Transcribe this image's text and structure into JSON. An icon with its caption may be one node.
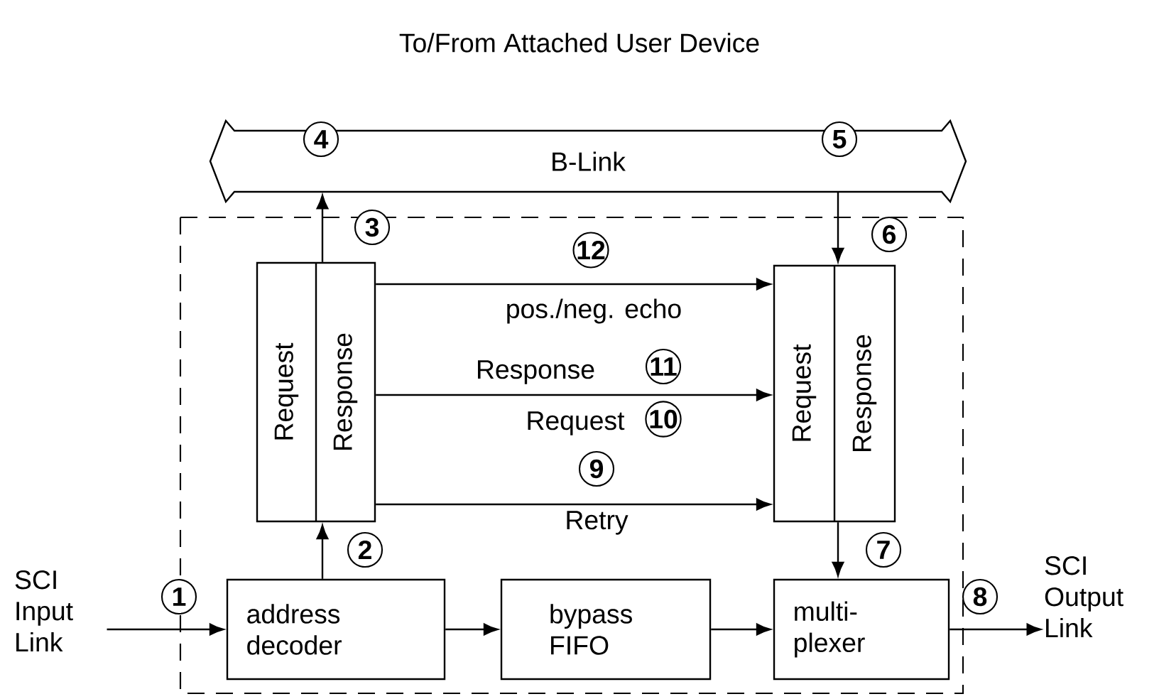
{
  "diagram": {
    "title": "To/From Attached User Device",
    "nodes": [
      {
        "text": [
          "B-Link"
        ]
      },
      {
        "text": [
          "Request",
          "Response"
        ]
      },
      {
        "text": [
          "Request",
          "Response"
        ]
      },
      {
        "text": [
          "address decoder"
        ]
      },
      {
        "text": [
          "bypass FIFO"
        ]
      },
      {
        "text": [
          "multi- plexer"
        ]
      },
      {
        "text": [
          "SCI Input Link"
        ]
      },
      {
        "text": [
          "SCI Output Link"
        ]
      }
    ],
    "edges": [
      {
        "from": 6,
        "to": 3,
        "arrow": "to"
      },
      {
        "from": 3,
        "to": 1,
        "arrow": "to"
      },
      {
        "from": 1,
        "to": 0,
        "arrow": "to"
      },
      {
        "from": 0,
        "to": 2,
        "arrow": "to"
      },
      {
        "from": 1,
        "to": 2,
        "arrow": "to",
        "label": "pos./neg. echo"
      },
      {
        "from": 1,
        "to": 2,
        "arrow": "to",
        "label": "Response"
      },
      {
        "from": 1,
        "to": 2,
        "arrow": "to",
        "label": "Retry"
      },
      {
        "from": 2,
        "to": 5,
        "arrow": "to"
      },
      {
        "from": 3,
        "to": 4,
        "arrow": "to"
      },
      {
        "from": 4,
        "to": 5,
        "arrow": "to"
      },
      {
        "from": 5,
        "to": 7,
        "arrow": "to"
      }
    ],
    "labels": [
      "4",
      "5",
      "3",
      "6",
      "12",
      "11",
      "Request",
      "10",
      "9",
      "2",
      "7",
      "1",
      "8"
    ]
  }
}
